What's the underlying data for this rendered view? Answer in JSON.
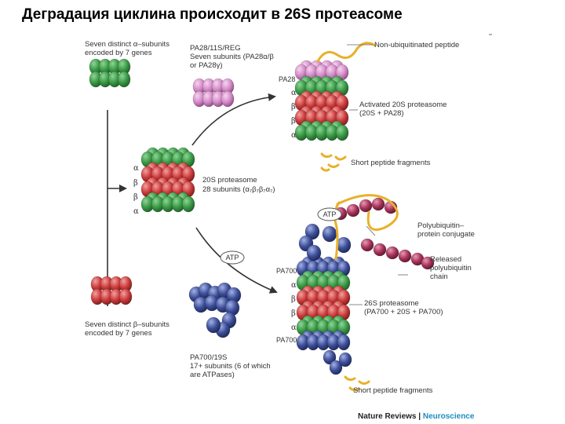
{
  "title": "Деградация циклина происходит в 26S протеасоме",
  "labels": {
    "alpha_subunits": [
      "Seven distinct α–subunits",
      "encoded by 7 genes"
    ],
    "beta_subunits": [
      "Seven distinct β–subunits",
      "encoded by 7 genes"
    ],
    "pa28_desc": [
      "PA28/11S/REG",
      "Seven subunits (PA28α/β",
      "or PA28γ)"
    ],
    "proteasome_20s": [
      "20S proteasome",
      "28 subunits (α₇β₇β₇α₇)"
    ],
    "pa700_desc": [
      "PA700/19S",
      "17+ subunits (6 of which",
      "are ATPases)"
    ],
    "non_ub_peptide": "Non-ubiquitinated peptide",
    "activated_20s": [
      "Activated 20S proteasome",
      "(20S + PA28)"
    ],
    "short_fragments_top": "Short peptide fragments",
    "polyub": [
      "Polyubiquitin–",
      "protein conjugate"
    ],
    "released_polyub": [
      "Released",
      "polyubiquitin",
      "chain"
    ],
    "proteasome_26s": [
      "26S proteasome",
      "(PA700 + 20S + PA700)"
    ],
    "short_fragments_bottom": "Short peptide fragments",
    "pa28_tag": "PA28",
    "pa700_top_tag": "PA700",
    "pa700_bottom_tag": "PA700",
    "atp_top": "ATP",
    "atp_bottom": "ATP",
    "ring_mid": [
      "α",
      "β",
      "β",
      "α"
    ],
    "ring_activated": [
      "α",
      "β",
      "β",
      "α"
    ],
    "ring_26s": [
      "α",
      "β",
      "β",
      "α"
    ],
    "credit_part1": "Nature Reviews",
    "credit_sep": " | ",
    "credit_part2": "Neuroscience"
  },
  "colors": {
    "green": "#3a9a45",
    "red": "#cc3b3b",
    "pink": "#d48cc8",
    "blue": "#3d4f99",
    "ubiquitin": "#a8325a",
    "peptide": "#e8b12a",
    "arrow": "#333333",
    "credit_blue": "#1d8dc0"
  }
}
